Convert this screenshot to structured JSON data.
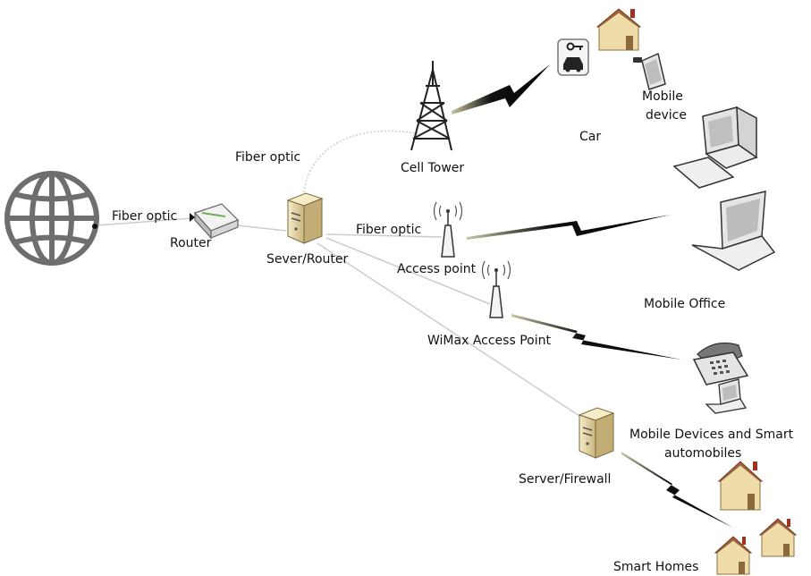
{
  "labels": {
    "fiber_optic_internet": "Fiber optic",
    "router": "Router",
    "server_router": "Sever/Router",
    "fiber_optic_tower": "Fiber optic",
    "cell_tower": "Cell Tower",
    "car": "Car",
    "mobile_device_line1": "Mobile",
    "mobile_device_line2": "device",
    "fiber_optic_access": "Fiber optic",
    "access_point": "Access point",
    "mobile_office": "Mobile Office",
    "wimax_access_point": "WiMax Access Point",
    "mobile_devices_line1": "Mobile Devices and Smart",
    "mobile_devices_line2": "automobiles",
    "server_firewall": "Server/Firewall",
    "smart_homes": "Smart Homes"
  },
  "colors": {
    "line": "#c8c8c8",
    "bolt": "#111111",
    "globe": "#6e6e6e",
    "server": "#e8d8a8",
    "house_wall": "#f0dca8",
    "house_roof": "#b05a3a"
  },
  "icons": [
    "globe-icon",
    "router-icon",
    "server-icon",
    "cell-tower-icon",
    "car-key-icon",
    "house-icon",
    "mobile-device-icon",
    "desktop-computer-icon",
    "access-point-icon",
    "laptop-icon",
    "phone-laptop-icon",
    "server-firewall-icon",
    "smart-home-icon"
  ]
}
